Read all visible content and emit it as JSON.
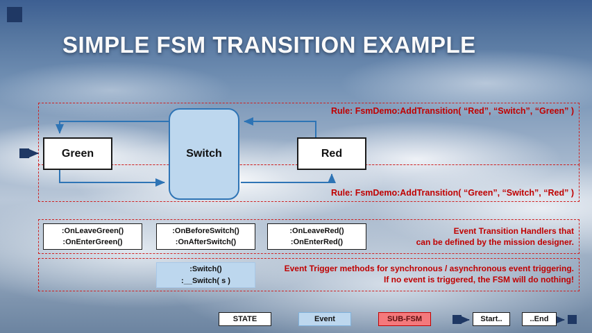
{
  "title": "SIMPLE FSM TRANSITION EXAMPLE",
  "diagram": {
    "rule_top": "Rule: FsmDemo:AddTransition( “Red”, “Switch”, “Green” )",
    "rule_bottom": "Rule: FsmDemo:AddTransition( “Green”, “Switch”, “Red” )",
    "state_green": "Green",
    "state_switch": "Switch",
    "state_red": "Red"
  },
  "handlers": {
    "green": [
      ":OnLeaveGreen()",
      ":OnEnterGreen()"
    ],
    "switch": [
      ":OnBeforeSwitch()",
      ":OnAfterSwitch()"
    ],
    "red": [
      ":OnLeaveRed()",
      ":OnEnterRed()"
    ],
    "note": [
      "Event Transition Handlers that",
      "can be defined by the mission designer."
    ]
  },
  "triggers": {
    "switch": [
      ":Switch()",
      ":__Switch( s )"
    ],
    "note": [
      "Event Trigger methods for synchronous / asynchronous event triggering.",
      "If no event is triggered, the FSM will do nothing!"
    ]
  },
  "legend": {
    "state": "STATE",
    "event": "Event",
    "subfsm": "SUB-FSM",
    "start": "Start..",
    "end": "..End"
  },
  "colors": {
    "accent_red": "#c00000",
    "arrow_blue": "#2e74b5",
    "event_fill": "#bdd7ee",
    "event_border": "#2e74b5",
    "subfsm_fill": "#f4797c",
    "navy": "#1f3864"
  }
}
